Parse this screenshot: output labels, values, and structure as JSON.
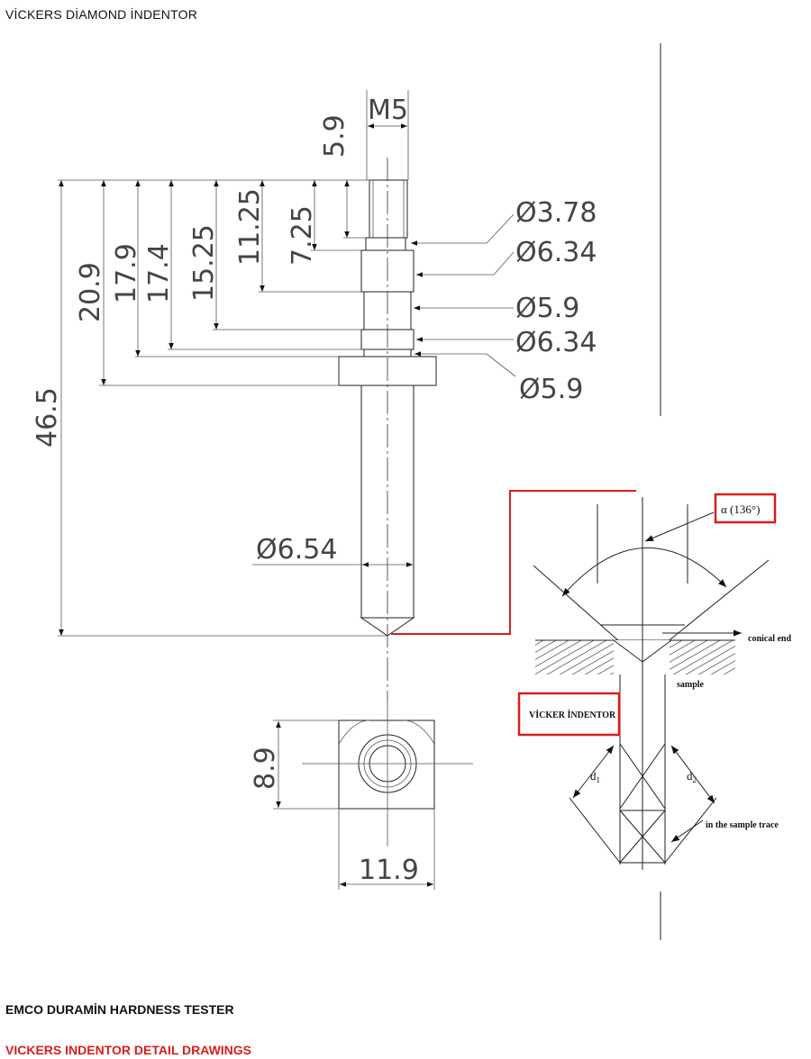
{
  "title": "VİCKERS DİAMOND İNDENTOR",
  "dims": {
    "m5": "M5",
    "d59top": "5.9",
    "d209": "20.9",
    "d179": "17.9",
    "d174": "17.4",
    "d1525": "15.25",
    "d1125": "11.25",
    "d725": "7.25",
    "d465": "46.5",
    "dia378": "Ø3.78",
    "dia634a": "Ø6.34",
    "dia59a": "Ø5.9",
    "dia634b": "Ø6.34",
    "dia59b": "Ø5.9",
    "dia654": "Ø6.54",
    "d89": "8.9",
    "d119": "11.9"
  },
  "detail": {
    "angle": "α (136°)",
    "conical_end": "conical end",
    "sample": "sample",
    "indentor_label": "VİCKER İNDENTOR",
    "d1": "d",
    "d1_sub": "1",
    "d2": "d",
    "d2_sub": "2",
    "trace": "in the sample trace"
  },
  "footer": {
    "line1": "EMCO DURAMİN HARDNESS TESTER",
    "line2": "VICKERS INDENTOR DETAIL DRAWINGS"
  },
  "colors": {
    "highlight": "#d81e1e",
    "line": "#222222"
  }
}
